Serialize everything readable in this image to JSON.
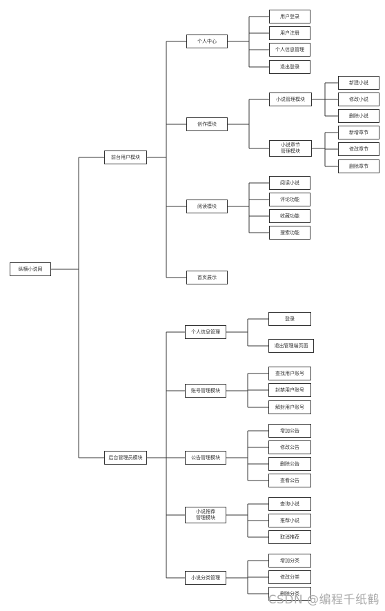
{
  "tree": {
    "root": "纵横小说网",
    "branches": [
      {
        "label": "前台用户模块",
        "children": [
          {
            "label": "个人中心",
            "children": [
              {
                "label": "用户登录"
              },
              {
                "label": "用户注册"
              },
              {
                "label": "个人信息管理"
              },
              {
                "label": "退出登录"
              }
            ]
          },
          {
            "label": "创作模块",
            "children": [
              {
                "label": "小说管理模块",
                "children": [
                  {
                    "label": "新建小说"
                  },
                  {
                    "label": "修改小说"
                  },
                  {
                    "label": "删除小说"
                  }
                ]
              },
              {
                "label": "小说章节\n管理模块",
                "children": [
                  {
                    "label": "新增章节"
                  },
                  {
                    "label": "修改章节"
                  },
                  {
                    "label": "删除章节"
                  }
                ]
              }
            ]
          },
          {
            "label": "阅读模块",
            "children": [
              {
                "label": "阅读小说"
              },
              {
                "label": "评论功能"
              },
              {
                "label": "收藏功能"
              },
              {
                "label": "搜索功能"
              }
            ]
          },
          {
            "label": "首页展示"
          }
        ]
      },
      {
        "label": "后台管理员模块",
        "children": [
          {
            "label": "个人信息管理",
            "children": [
              {
                "label": "登录"
              },
              {
                "label": "退出管理端页面"
              }
            ]
          },
          {
            "label": "账号管理模块",
            "children": [
              {
                "label": "查找用户账号"
              },
              {
                "label": "封禁用户账号"
              },
              {
                "label": "解封用户账号"
              }
            ]
          },
          {
            "label": "公告管理模块",
            "children": [
              {
                "label": "增加公告"
              },
              {
                "label": "修改公告"
              },
              {
                "label": "删除公告"
              },
              {
                "label": "查看公告"
              }
            ]
          },
          {
            "label": "小说推荐\n管理模块",
            "children": [
              {
                "label": "查询小说"
              },
              {
                "label": "推荐小说"
              },
              {
                "label": "取消推荐"
              }
            ]
          },
          {
            "label": "小说分类管理",
            "children": [
              {
                "label": "增加分类"
              },
              {
                "label": "修改分类"
              },
              {
                "label": "删除分类"
              }
            ]
          }
        ]
      }
    ]
  },
  "watermark": "CSDN @编程千纸鹤"
}
